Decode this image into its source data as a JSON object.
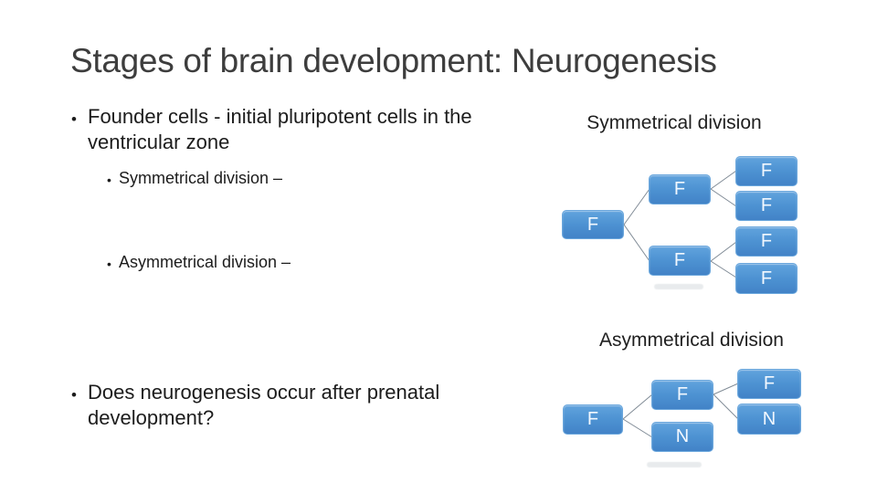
{
  "title": "Stages of brain development: Neurogenesis",
  "bullets": {
    "founder": "Founder cells - initial pluripotent cells in the ventricular zone",
    "symmetrical_sub": "Symmetrical division –",
    "asymmetrical_sub": "Asymmetrical division –",
    "question": "Does neurogenesis occur after prenatal development?"
  },
  "diagrams": {
    "symmetrical": {
      "label": "Symmetrical division",
      "root": "F",
      "level2": [
        "F",
        "F"
      ],
      "level3": [
        "F",
        "F",
        "F",
        "F"
      ]
    },
    "asymmetrical": {
      "label": "Asymmetrical division",
      "root": "F",
      "level2": [
        "F",
        "N"
      ],
      "level3": [
        "F",
        "N"
      ]
    }
  },
  "colors": {
    "node_fill_top": "#61a3dd",
    "node_fill_bottom": "#4283c7",
    "node_border": "#6ba7dd",
    "node_text": "#f2f8ff",
    "connector": "#808b96",
    "body_text": "#1c1c1c",
    "title_text": "#3d3d3d"
  }
}
